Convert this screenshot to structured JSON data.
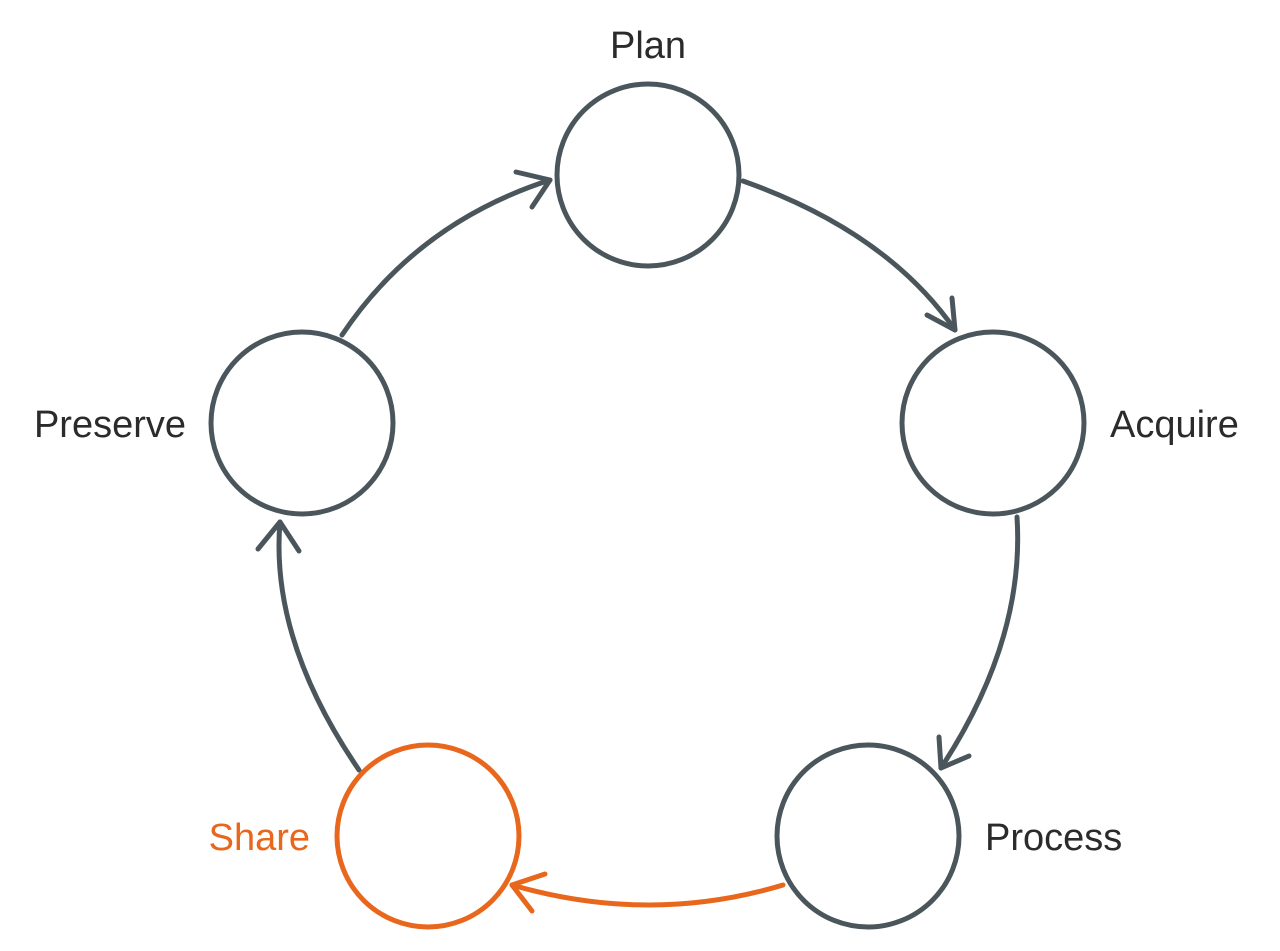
{
  "colors": {
    "default": "#4a565c",
    "highlight": "#e8671c",
    "label_default": "#2b2b2b"
  },
  "stages": [
    {
      "id": "plan",
      "label": "Plan",
      "highlighted": false
    },
    {
      "id": "acquire",
      "label": "Acquire",
      "highlighted": false
    },
    {
      "id": "process",
      "label": "Process",
      "highlighted": false
    },
    {
      "id": "share",
      "label": "Share",
      "highlighted": true
    },
    {
      "id": "preserve",
      "label": "Preserve",
      "highlighted": false
    }
  ],
  "flows": [
    {
      "from": "plan",
      "to": "acquire",
      "highlighted": false
    },
    {
      "from": "acquire",
      "to": "process",
      "highlighted": false
    },
    {
      "from": "process",
      "to": "share",
      "highlighted": true
    },
    {
      "from": "share",
      "to": "preserve",
      "highlighted": false
    },
    {
      "from": "preserve",
      "to": "plan",
      "highlighted": false
    }
  ]
}
